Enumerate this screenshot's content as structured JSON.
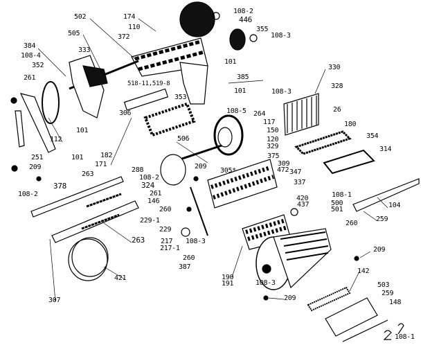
{
  "diagram": {
    "type": "exploded-parts-diagram",
    "labels": [
      "502",
      "174",
      "108-2",
      "446",
      "108-3",
      "355",
      "110",
      "372",
      "505",
      "333",
      "384",
      "108-4",
      "352",
      "261",
      "101",
      "385",
      "101",
      "518-11,519-8",
      "353",
      "306",
      "101",
      "112",
      "101",
      "182",
      "171",
      "251",
      "209",
      "506",
      "209",
      "108-3",
      "330",
      "328",
      "26",
      "108-5",
      "264",
      "117",
      "150",
      "180",
      "354",
      "314",
      "120",
      "329",
      "375",
      "309",
      "472",
      "347",
      "305*",
      "337",
      "108-1",
      "420",
      "437",
      "500",
      "501",
      "104",
      "259",
      "260",
      "209",
      "190",
      "191",
      "108-3",
      "209",
      "142",
      "503",
      "259",
      "148",
      "108-1",
      "288",
      "263",
      "108-2",
      "324",
      "378",
      "108-2",
      "261",
      "146",
      "260",
      "229-1",
      "229",
      "217",
      "217-1",
      "108-3",
      "260",
      "387",
      "263",
      "421",
      "307"
    ]
  }
}
